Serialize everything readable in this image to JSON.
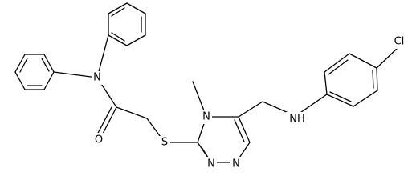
{
  "molecule": {
    "atoms": [
      {
        "id": "cl",
        "label": "Cl"
      },
      {
        "id": "nh",
        "label": "NH"
      },
      {
        "id": "me",
        "label": ""
      },
      {
        "id": "n4",
        "label": "N"
      },
      {
        "id": "n2",
        "label": "N"
      },
      {
        "id": "n1",
        "label": "N"
      },
      {
        "id": "s",
        "label": "S"
      },
      {
        "id": "o",
        "label": "O"
      },
      {
        "id": "n_amide",
        "label": "N"
      }
    ]
  }
}
